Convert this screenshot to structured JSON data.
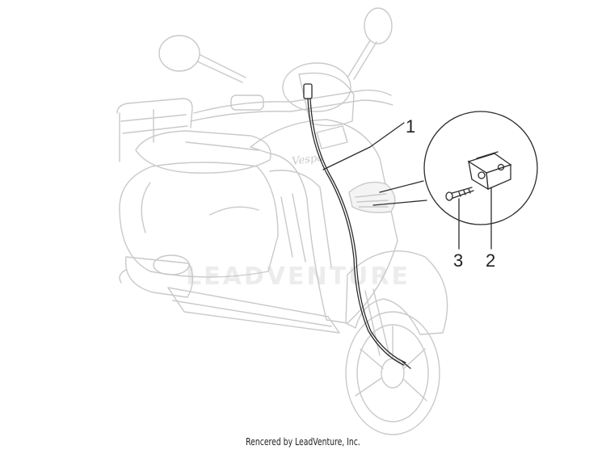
{
  "callouts": [
    {
      "id": "1",
      "label": "1"
    },
    {
      "id": "2",
      "label": "2"
    },
    {
      "id": "3",
      "label": "3"
    }
  ],
  "watermark": "LEADVENTURE",
  "brand_script": "Vespa",
  "footer": "Rencered by LeadVenture, Inc.",
  "colors": {
    "ghost_line": "#c9c9c9",
    "ink_line": "#2b2b2b",
    "background": "#ffffff"
  }
}
